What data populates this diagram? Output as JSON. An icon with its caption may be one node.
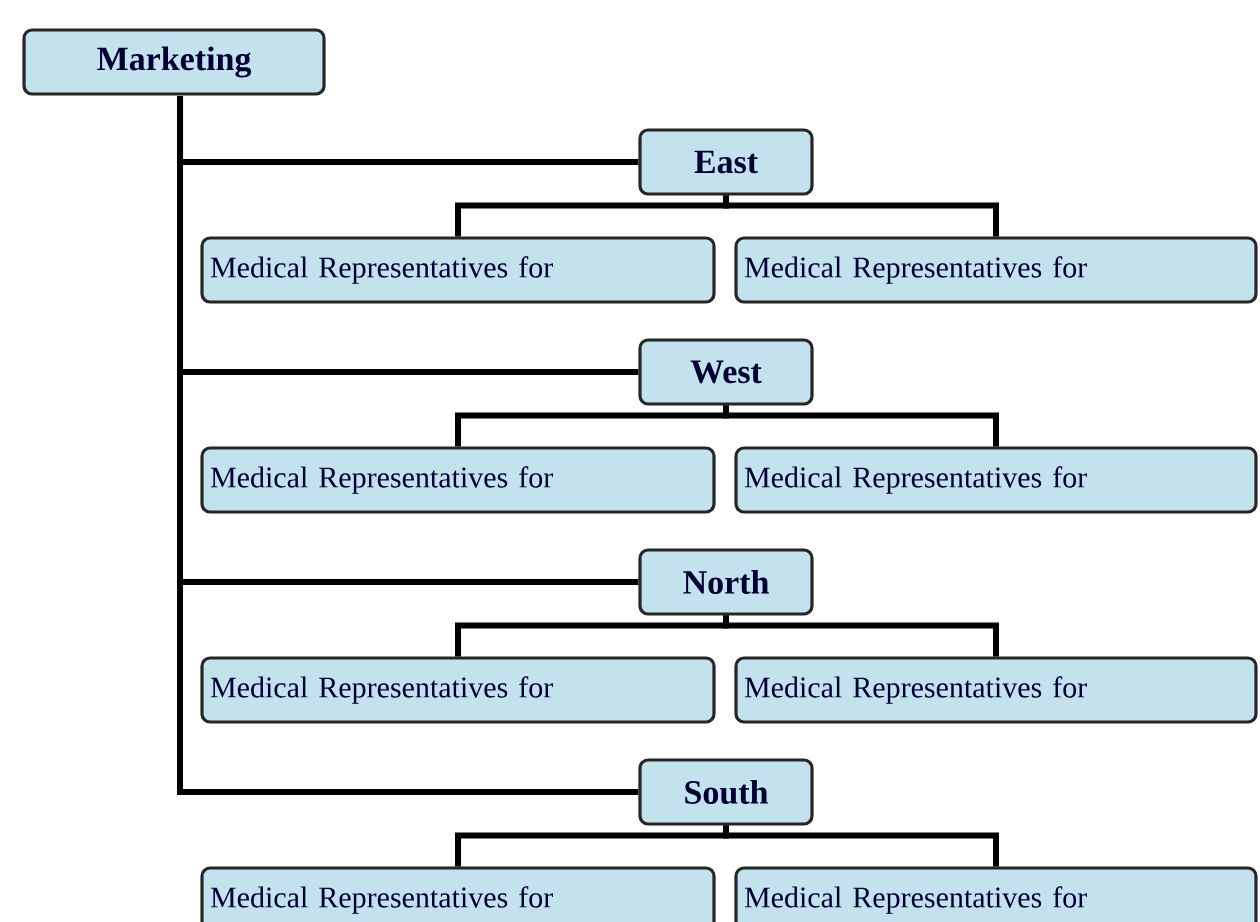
{
  "diagram": {
    "nodes": [
      {
        "text": [
          "Marketing"
        ]
      },
      {
        "text": [
          "East"
        ]
      },
      {
        "text": [
          "Medical Representatives for"
        ]
      },
      {
        "text": [
          "Medical Representatives for"
        ]
      },
      {
        "text": [
          "West"
        ]
      },
      {
        "text": [
          "Medical Representatives for"
        ]
      },
      {
        "text": [
          "Medical Representatives for"
        ]
      },
      {
        "text": [
          "North"
        ]
      },
      {
        "text": [
          "Medical Representatives for"
        ]
      },
      {
        "text": [
          "Medical Representatives for"
        ]
      },
      {
        "text": [
          "South"
        ]
      },
      {
        "text": [
          "Medical Representatives for"
        ]
      },
      {
        "text": [
          "Medical Representatives for"
        ]
      }
    ],
    "edges": [
      {
        "from": 0,
        "to": 1,
        "arrow": "none"
      },
      {
        "from": 1,
        "to": 2,
        "arrow": "none"
      },
      {
        "from": 1,
        "to": 3,
        "arrow": "none"
      },
      {
        "from": 0,
        "to": 4,
        "arrow": "none"
      },
      {
        "from": 4,
        "to": 5,
        "arrow": "none"
      },
      {
        "from": 4,
        "to": 6,
        "arrow": "none"
      },
      {
        "from": 0,
        "to": 7,
        "arrow": "none"
      },
      {
        "from": 7,
        "to": 8,
        "arrow": "none"
      },
      {
        "from": 7,
        "to": 9,
        "arrow": "none"
      },
      {
        "from": 0,
        "to": 10,
        "arrow": "none"
      },
      {
        "from": 10,
        "to": 11,
        "arrow": "none"
      },
      {
        "from": 10,
        "to": 12,
        "arrow": "none"
      }
    ]
  }
}
